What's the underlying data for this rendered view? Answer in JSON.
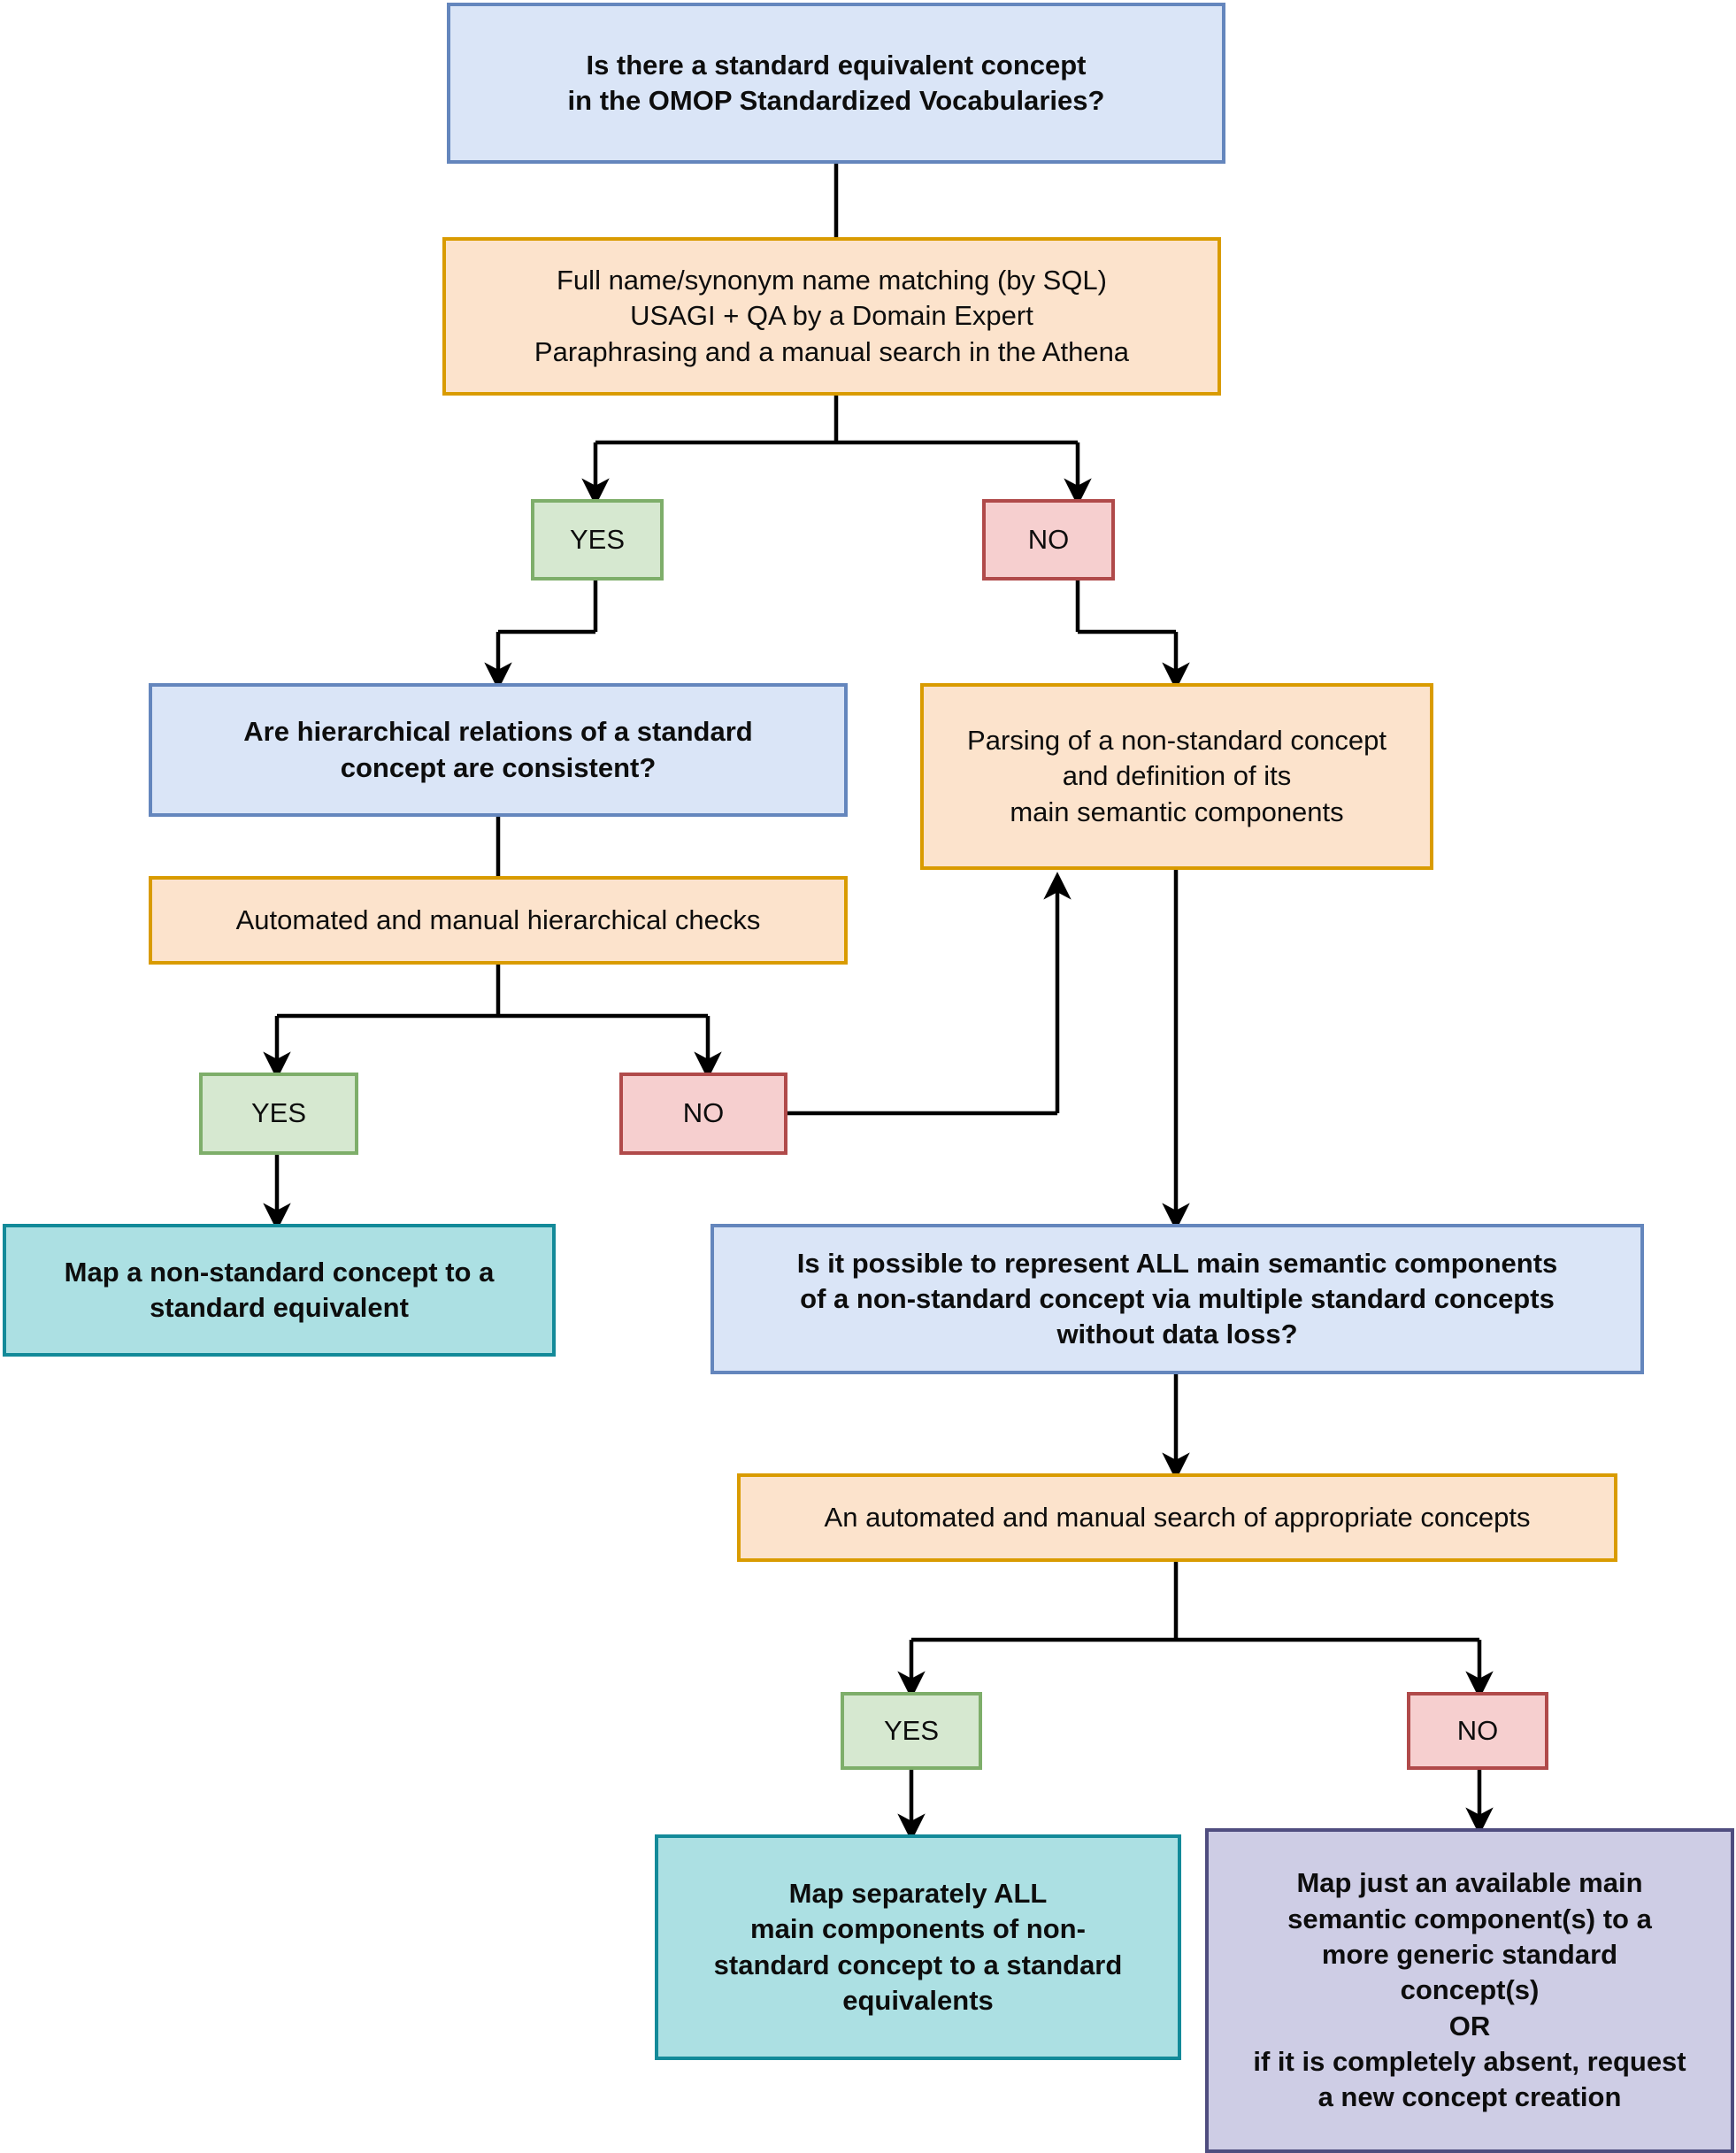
{
  "diagram": {
    "title": "OMOP concept mapping decision flowchart",
    "colors": {
      "decision_fill": "#dae5f7",
      "decision_border": "#6486bd",
      "process_fill": "#fce3cc",
      "process_border": "#d99b00",
      "yes_fill": "#d6e8d0",
      "yes_border": "#7eae6a",
      "no_fill": "#f6cfcf",
      "no_border": "#b04a4a",
      "result_teal_fill": "#ace0e3",
      "result_teal_border": "#138a99",
      "result_purple_fill": "#cecde5",
      "result_purple_border": "#4f4d7f",
      "connector": "#000000",
      "background": "#ffffff"
    },
    "nodes": {
      "q1": "Is there a standard equivalent concept\nin the OMOP Standardized Vocabularies?",
      "p1": "Full name/synonym name matching (by SQL)\nUSAGI + QA by a Domain Expert\nParaphrasing and a manual search in the Athena",
      "yes1": "YES",
      "no1": "NO",
      "q2": "Are hierarchical relations of a standard\nconcept are consistent?",
      "p2": "Parsing of a non-standard concept\nand definition of its\nmain semantic components",
      "p3": "Automated and manual hierarchical checks",
      "yes2": "YES",
      "no2": "NO",
      "r1": "Map a non-standard concept to a\nstandard equivalent",
      "q3": "Is it possible to represent ALL main semantic components\nof a non-standard concept via multiple standard concepts\nwithout data loss?",
      "p4": "An automated and manual search of appropriate concepts",
      "yes3": "YES",
      "no3": "NO",
      "r2": "Map separately ALL\nmain components of non-\nstandard concept to a standard\nequivalents",
      "r3": "Map just an available main\nsemantic component(s) to a\nmore generic standard\nconcept(s)\nOR\nif it is completely absent, request\na new concept creation"
    }
  }
}
